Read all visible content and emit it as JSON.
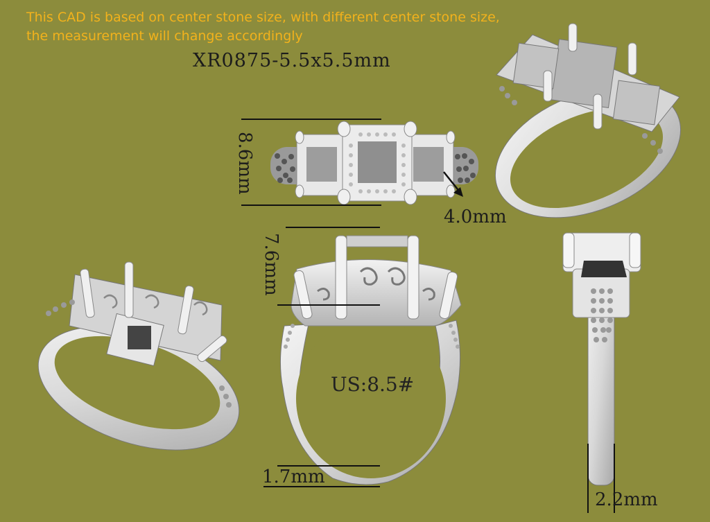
{
  "notice": {
    "line1": "This CAD is based on center stone size, with different center stone size,",
    "line2": "the measurement will change accordingly"
  },
  "model_code": "XR0875-5.5x5.5mm",
  "dimensions": {
    "top_length": "8.6mm",
    "side_stone": "4.0mm",
    "setting_height": "7.6mm",
    "band_width": "1.7mm",
    "shank_width": "2.2mm"
  },
  "ring_size": "US:8.5#",
  "colors": {
    "background": "#8c8c3c",
    "metal": "#e6e6e6",
    "notice_text": "#f2b21c"
  }
}
